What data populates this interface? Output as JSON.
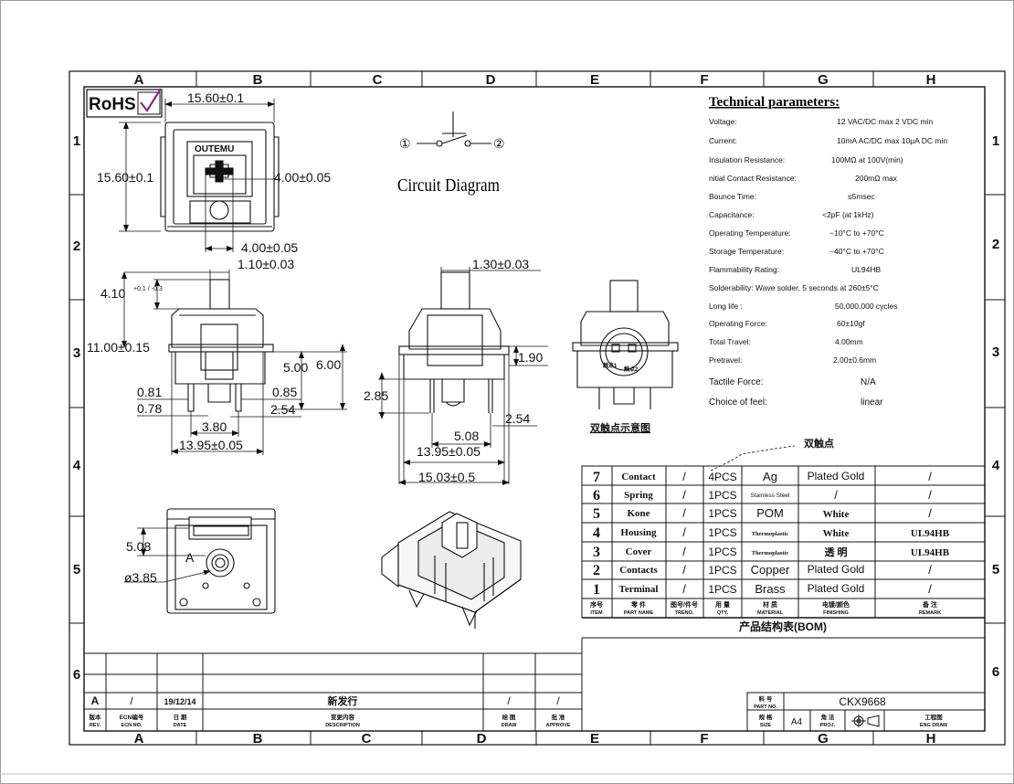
{
  "rohs": {
    "label": "RoHS",
    "check_icon": "check-icon"
  },
  "grid": {
    "cols": [
      "A",
      "B",
      "C",
      "D",
      "E",
      "F",
      "G",
      "H"
    ],
    "rows": [
      "1",
      "2",
      "3",
      "4",
      "5",
      "6"
    ]
  },
  "top_view": {
    "brand": "OUTEMU",
    "dim_width": "15.60±0.1",
    "dim_height": "15.60±0.1",
    "dim_stem": "4.00±0.05",
    "dim_bottom": "4.00±0.05"
  },
  "circuit": {
    "title": "Circuit Diagram",
    "pin1": "①",
    "pin2": "②"
  },
  "front_view": {
    "d_110": "1.10±0.03",
    "d_410_main": "4.10",
    "d_410_tol": "+0.1 / -0.3",
    "d_1100": "11.00±0.15",
    "d_500": "5.00",
    "d_600": "6.00",
    "d_081": "0.81",
    "d_085": "0.85",
    "d_078": "0.78",
    "d_254": "2.54",
    "d_380": "3.80",
    "d_1395": "13.95±0.05"
  },
  "side_view": {
    "d_130": "1.30±0.03",
    "d_190": "1.90",
    "d_285": "2.85",
    "d_254": "2.54",
    "d_508": "5.08",
    "d_1395": "13.95±0.05",
    "d_1503": "15.03±0.5"
  },
  "contact_view": {
    "caption": "双触点示意图",
    "pointer": "双触点",
    "label_a": "触点1",
    "label_b": "触点2"
  },
  "bottom_view": {
    "d_508": "5.08",
    "d_385": "ø3.85",
    "marker": "A"
  },
  "tech": {
    "title": "Technical parameters:",
    "rows": [
      {
        "label": "Voltage:",
        "value": "12 VAC/DC max    2 VDC min"
      },
      {
        "label": "Current:",
        "value": "10mA AC/DC max  10μA DC min"
      },
      {
        "label": "Insulation Resistance:",
        "value": "100MΩ at 100V(min)"
      },
      {
        "label": "nitial Contact Resistance:",
        "value": "200mΩ max"
      },
      {
        "label": "Bounce Time:",
        "value": "≤5msec"
      },
      {
        "label": "Capacitance:",
        "value": "<2pF (at 1kHz)"
      },
      {
        "label": "Operating Temperature:",
        "value": "−10°C to +70°C"
      },
      {
        "label": "Storage Temperature:",
        "value": "−40°C to +70°C"
      },
      {
        "label": "Flammability Rating:",
        "value": "UL94HB"
      },
      {
        "label": "Solderability:  Wave solder, 5 seconds at 260±5°C",
        "value": ""
      },
      {
        "label": "Long life :",
        "value": "50,000,000 cycles"
      },
      {
        "label": "Operating Force:",
        "value": "60±10gf"
      },
      {
        "label": "Total Travel:",
        "value": "4.00mm"
      },
      {
        "label": "Pretravel:",
        "value": "2.00±0.6mm"
      },
      {
        "label": "Tactile Force:",
        "value": "N/A"
      },
      {
        "label": "Choice of feel:",
        "value": "linear"
      }
    ]
  },
  "bom": {
    "caption": "产品结构表(BOM)",
    "rows": [
      {
        "no": "7",
        "part": "Contact",
        "drawing": "/",
        "qty": "4PCS",
        "material": "Ag",
        "finish": "Plated Gold",
        "remark": "/"
      },
      {
        "no": "6",
        "part": "Spring",
        "drawing": "/",
        "qty": "1PCS",
        "material": "Stainless Steel",
        "finish": "/",
        "remark": "/"
      },
      {
        "no": "5",
        "part": "Kone",
        "drawing": "/",
        "qty": "1PCS",
        "material": "POM",
        "finish": "White",
        "remark": "/"
      },
      {
        "no": "4",
        "part": "Housing",
        "drawing": "/",
        "qty": "1PCS",
        "material": "Thermoplastic",
        "finish": "White",
        "remark": "UL94HB"
      },
      {
        "no": "3",
        "part": "Cover",
        "drawing": "/",
        "qty": "1PCS",
        "material": "Thermoplastic",
        "finish": "透 明",
        "remark": "UL94HB"
      },
      {
        "no": "2",
        "part": "Contacts",
        "drawing": "/",
        "qty": "1PCS",
        "material": "Copper",
        "finish": "Plated Gold",
        "remark": "/"
      },
      {
        "no": "1",
        "part": "Terminal",
        "drawing": "/",
        "qty": "1PCS",
        "material": "Brass",
        "finish": "Plated Gold",
        "remark": "/"
      }
    ],
    "header": [
      {
        "cn": "序号",
        "en": "ITEM"
      },
      {
        "cn": "零 件",
        "en": "PART NAME"
      },
      {
        "cn": "图号/件号",
        "en": "TRENO."
      },
      {
        "cn": "用 量",
        "en": "QTY."
      },
      {
        "cn": "材 质",
        "en": "MATERIAL"
      },
      {
        "cn": "电镀/颜色",
        "en": "FINISHING"
      },
      {
        "cn": "备 注",
        "en": "REMARK"
      }
    ]
  },
  "revision": {
    "rev": "A",
    "ecn": "/",
    "date": "19/12/14",
    "description": "新发行",
    "draw": "/",
    "approve": "/",
    "headers": [
      {
        "cn": "版本",
        "en": "REV."
      },
      {
        "cn": "ECN编号",
        "en": "ECN NO."
      },
      {
        "cn": "日 期",
        "en": "DATE"
      },
      {
        "cn": "变更内容",
        "en": "DESCRIPTION"
      },
      {
        "cn": "绘 图",
        "en": "DRAW"
      },
      {
        "cn": "批 准",
        "en": "APPROVE"
      }
    ]
  },
  "title_block": {
    "part_no_cn": "料 号",
    "part_no_en": "PART NO.",
    "part_no": "CKX9668",
    "size_cn": "规 格",
    "size_en": "SIZE",
    "size": "A4",
    "proj_cn": "角 法",
    "proj_en": "PROJ.",
    "eng_cn": "工程图",
    "eng_en": "ENG DRAW"
  }
}
